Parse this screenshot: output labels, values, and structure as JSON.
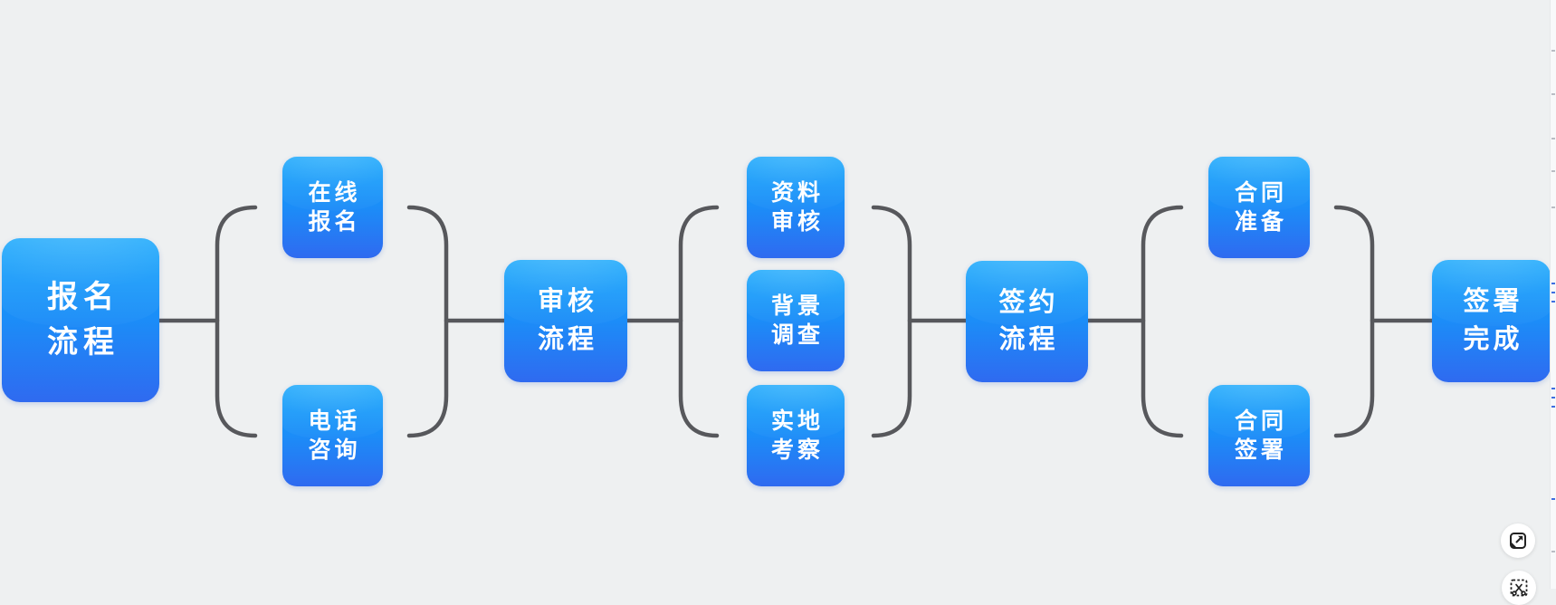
{
  "colors": {
    "background": "#eef0f1",
    "connector": "#57585c",
    "node_gradient_top": "#0da3fc",
    "node_gradient_bottom": "#2f6af0",
    "node_text": "#ffffff",
    "control_bg": "#ffffff",
    "control_icon": "#222222"
  },
  "nodes": [
    {
      "id": "root",
      "label": "报名流程",
      "lines": [
        "报名",
        "流程"
      ]
    },
    {
      "id": "online-signup",
      "label": "在线报名",
      "lines": [
        "在线",
        "报名"
      ]
    },
    {
      "id": "phone-consult",
      "label": "电话咨询",
      "lines": [
        "电话",
        "咨询"
      ]
    },
    {
      "id": "review-process",
      "label": "审核流程",
      "lines": [
        "审核",
        "流程"
      ]
    },
    {
      "id": "document-review",
      "label": "资料审核",
      "lines": [
        "资料",
        "审核"
      ]
    },
    {
      "id": "background-check",
      "label": "背景调查",
      "lines": [
        "背景",
        "调查"
      ]
    },
    {
      "id": "site-inspection",
      "label": "实地考察",
      "lines": [
        "实地",
        "考察"
      ]
    },
    {
      "id": "signing-process",
      "label": "签约流程",
      "lines": [
        "签约",
        "流程"
      ]
    },
    {
      "id": "contract-prep",
      "label": "合同准备",
      "lines": [
        "合同",
        "准备"
      ]
    },
    {
      "id": "contract-sign",
      "label": "合同签署",
      "lines": [
        "合同",
        "签署"
      ]
    },
    {
      "id": "signing-complete",
      "label": "签署完成",
      "lines": [
        "签署",
        "完成"
      ]
    }
  ],
  "controls": [
    {
      "name": "fullscreen-button",
      "icon": "expand-icon"
    },
    {
      "name": "screenshot-button",
      "icon": "snip-scissors-icon"
    }
  ]
}
